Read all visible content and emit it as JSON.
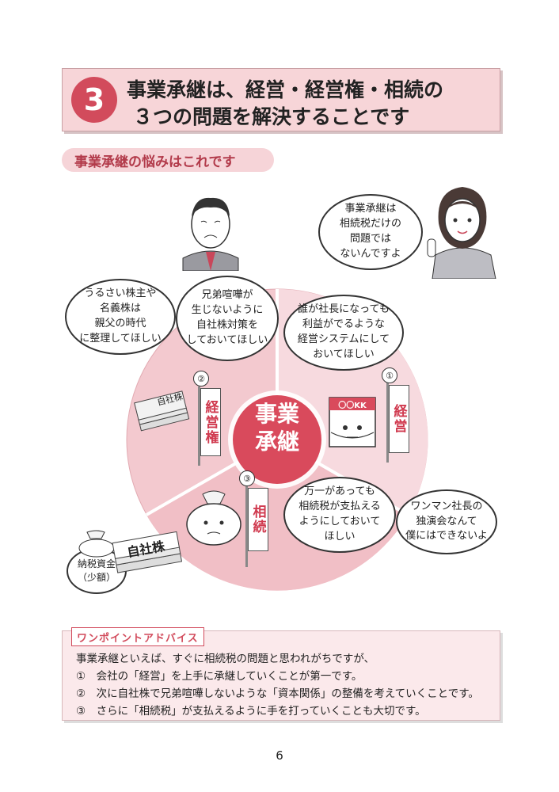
{
  "header": {
    "number": "3",
    "title_line1": "事業承継は、経営・経営権・相続の",
    "title_line2": "３つの問題を解決することです"
  },
  "section": {
    "subtitle": "事業承継の悩みはこれです"
  },
  "diagram": {
    "center_label": "事業\n承継",
    "bubbles": {
      "top_right_woman": "事業承継は\n相続税だけの\n問題では\nないんですよ",
      "shareholders": "うるさい株主や\n名義株は\n親父の時代\nに整理してほしい",
      "siblings": "兄弟喧嘩が\n生じないように\n自社株対策を\nしておいてほしい",
      "management": "誰が社長になっても\n利益がでるような\n経営システムにして\nおいてほしい",
      "inheritance": "万一があっても\n相続税が支払える\nようにしておいて\nほしい",
      "one_man": "ワンマン社長の\n独演会なんて\n僕にはできないよ",
      "tax_funds": "納税資金\n（少額）"
    },
    "flags": [
      {
        "number": "①",
        "label": "経営"
      },
      {
        "number": "②",
        "label": "経営権"
      },
      {
        "number": "③",
        "label": "相続"
      }
    ],
    "stock_stack_label": "自社株",
    "stock_book_label": "自社株",
    "company_box_label": "〇〇KK"
  },
  "advice": {
    "tag": "ワンポイントアドバイス",
    "intro": "事業承継といえば、すぐに相続税の問題と思われがちですが、",
    "items": [
      "①　会社の「経営」を上手に承継していくことが第一です。",
      "②　次に自社株で兄弟喧嘩しないような「資本関係」の整備を考えていくことです。",
      "③　さらに「相続税」が支払えるように手を打っていくことも大切です。"
    ]
  },
  "page_number": "6"
}
